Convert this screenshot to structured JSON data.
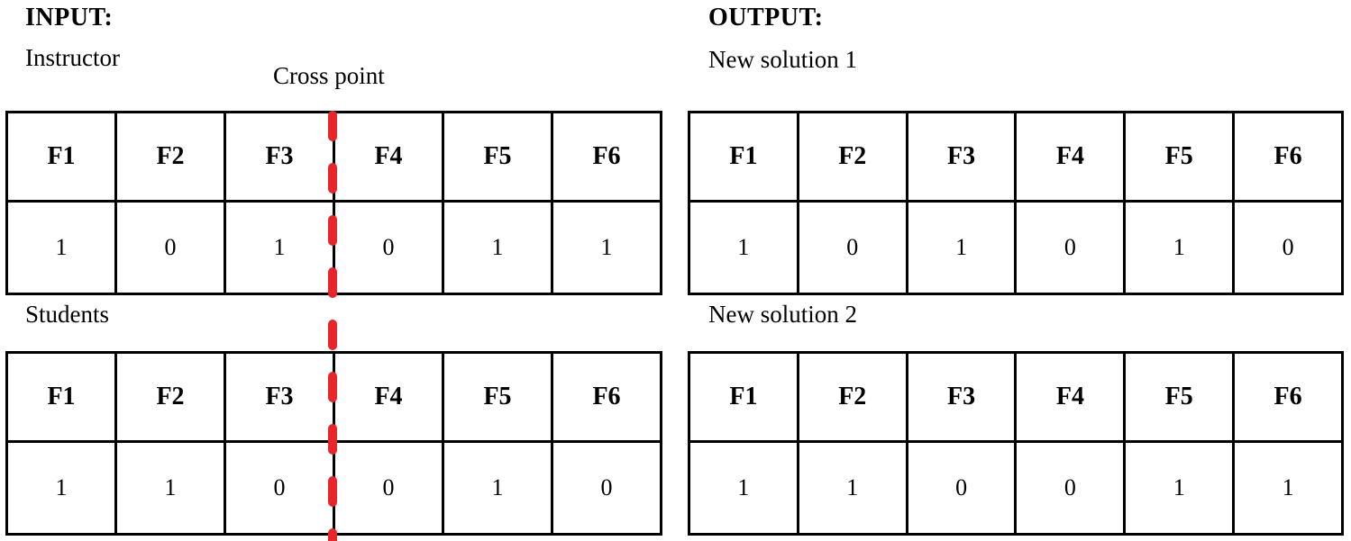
{
  "panels": {
    "input": {
      "title": "INPUT:",
      "sections": [
        {
          "label": "Instructor",
          "headers": [
            "F1",
            "F2",
            "F3",
            "F4",
            "F5",
            "F6"
          ],
          "values": [
            "1",
            "0",
            "1",
            "0",
            "1",
            "1"
          ]
        },
        {
          "label": "Students",
          "headers": [
            "F1",
            "F2",
            "F3",
            "F4",
            "F5",
            "F6"
          ],
          "values": [
            "1",
            "1",
            "0",
            "0",
            "1",
            "0"
          ]
        }
      ]
    },
    "output": {
      "title": "OUTPUT:",
      "sections": [
        {
          "label": "New solution 1",
          "headers": [
            "F1",
            "F2",
            "F3",
            "F4",
            "F5",
            "F6"
          ],
          "values": [
            "1",
            "0",
            "1",
            "0",
            "1",
            "0"
          ]
        },
        {
          "label": "New solution 2",
          "headers": [
            "F1",
            "F2",
            "F3",
            "F4",
            "F5",
            "F6"
          ],
          "values": [
            "1",
            "1",
            "0",
            "0",
            "1",
            "1"
          ]
        }
      ]
    }
  },
  "cross_point": {
    "label": "Cross point",
    "color": "#e8252a",
    "position": "between F3 and F4"
  }
}
